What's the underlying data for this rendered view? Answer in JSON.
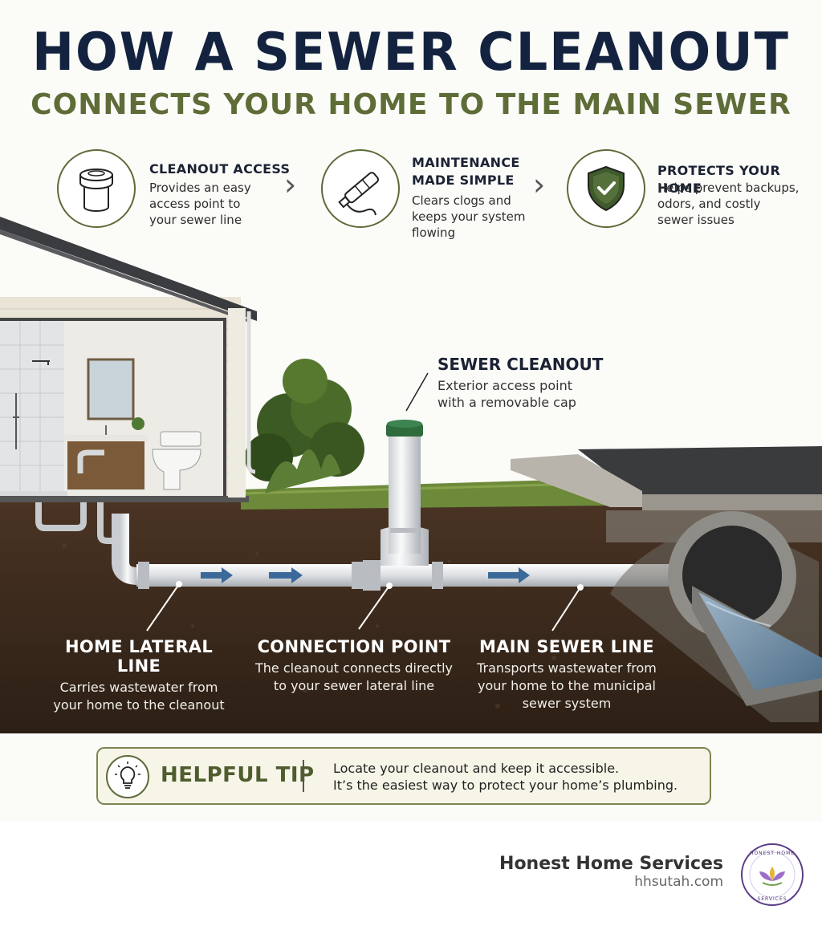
{
  "title": "HOW A SEWER CLEANOUT",
  "subtitle": "CONNECTS YOUR HOME TO THE MAIN SEWER",
  "features": [
    {
      "icon": "cleanout-cap-icon",
      "heading": "CLEANOUT ACCESS",
      "lines": [
        "Provides an easy",
        "access point to",
        "your sewer line"
      ]
    },
    {
      "icon": "drain-snake-icon",
      "heading_lines": [
        "MAINTENANCE",
        "MADE SIMPLE"
      ],
      "lines": [
        "Clears clogs and",
        "keeps your system",
        "flowing"
      ]
    },
    {
      "icon": "shield-check-icon",
      "heading": "PROTECTS YOUR HOME",
      "lines": [
        "Helps prevent backups,",
        "odors, and costly",
        "sewer issues"
      ]
    }
  ],
  "callout": {
    "heading": "SEWER CLEANOUT",
    "lines": [
      "Exterior access point",
      "with a removable cap"
    ]
  },
  "labels": [
    {
      "heading": "HOME LATERAL LINE",
      "lines": [
        "Carries wastewater from",
        "your home to the cleanout"
      ]
    },
    {
      "heading": "CONNECTION POINT",
      "lines": [
        "The cleanout connects directly",
        "to your sewer lateral line"
      ]
    },
    {
      "heading": "MAIN SEWER LINE",
      "lines": [
        "Transports wastewater from",
        "your home to the municipal",
        "sewer system"
      ]
    }
  ],
  "tip": {
    "icon": "lightbulb-icon",
    "heading": "HELPFUL TIP",
    "lines": [
      "Locate your cleanout and keep it accessible.",
      "It’s the easiest way to protect your home’s plumbing."
    ]
  },
  "brand": {
    "name": "Honest Home Services",
    "url": "hhsutah.com",
    "logo_text": "HONEST HOME SERVICES"
  },
  "colors": {
    "navy": "#13233f",
    "olive": "#5e6d37",
    "soil": "#3e2c1f",
    "pipe": "#e4e6e8",
    "flow_arrow": "#3b6a9a",
    "cap": "#2f6b3c"
  }
}
